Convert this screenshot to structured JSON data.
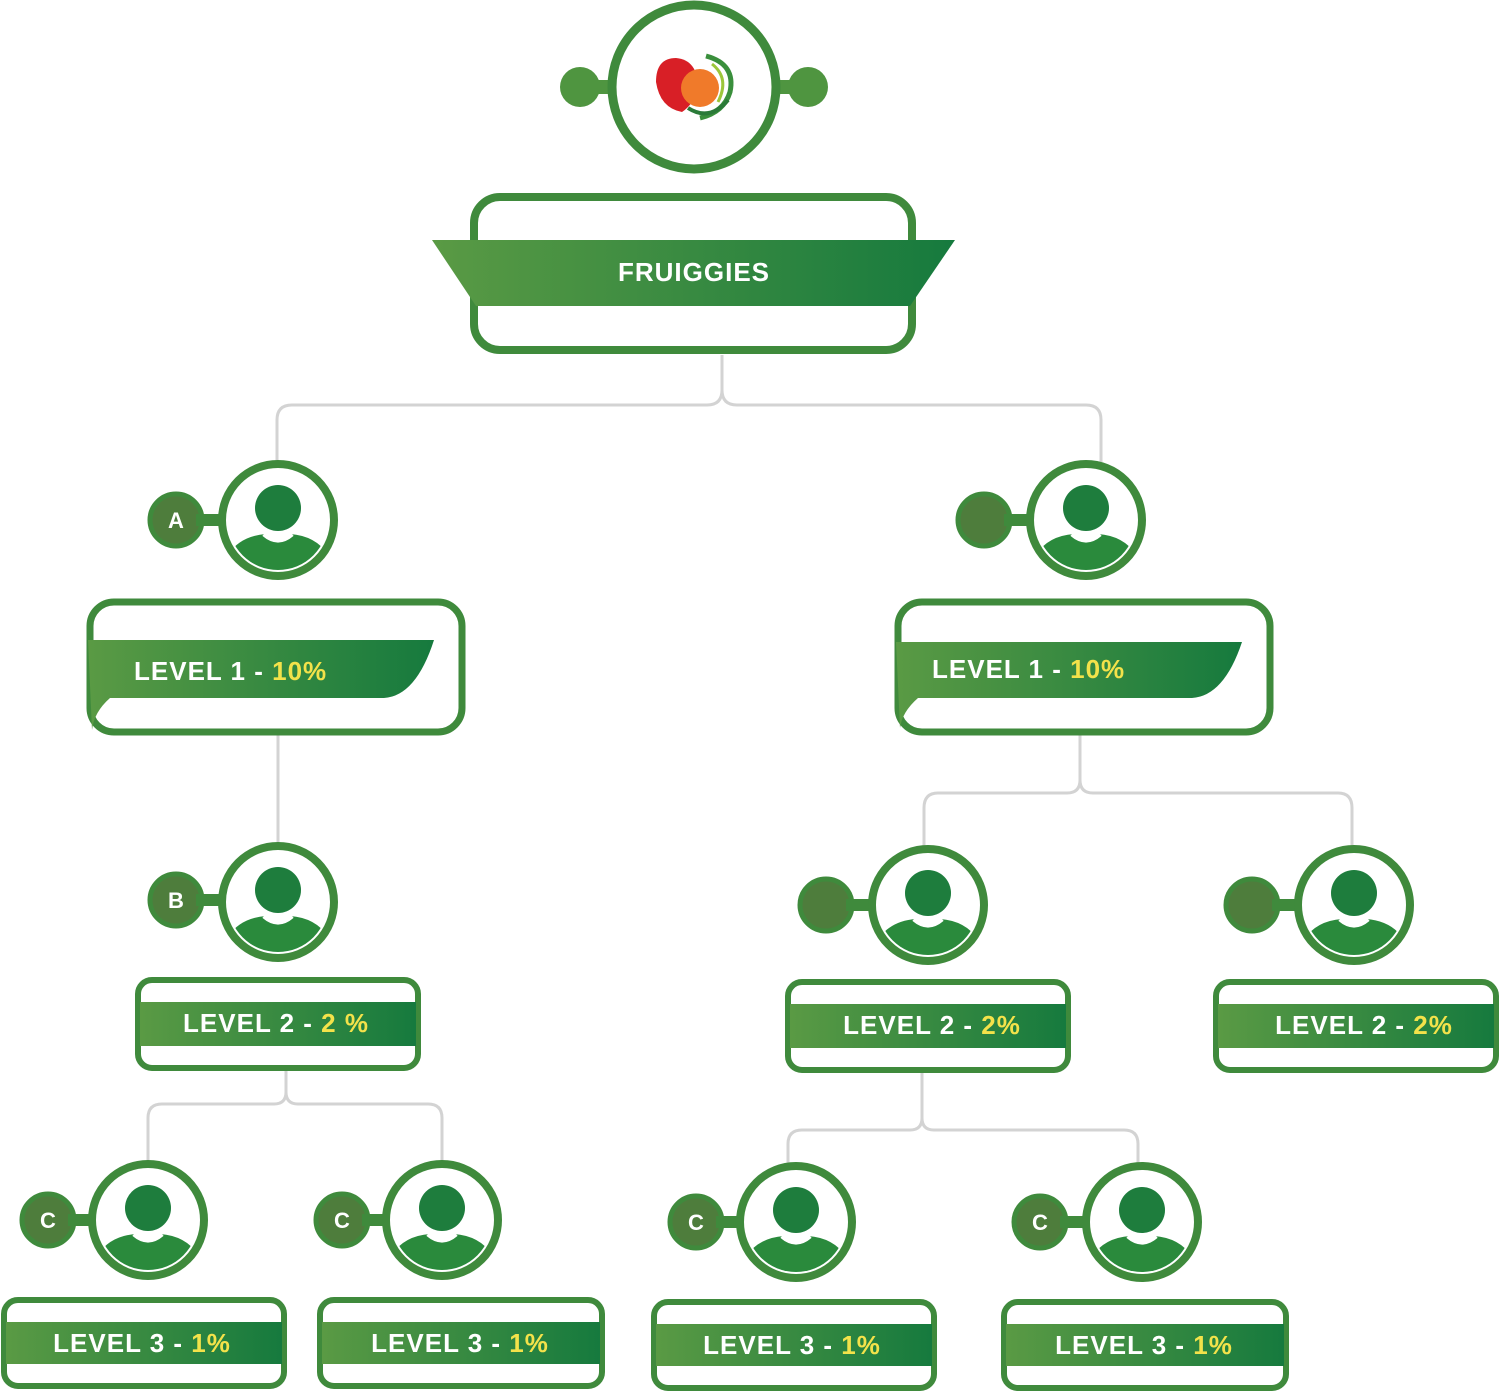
{
  "colors": {
    "dark_green": "#1a7a3e",
    "mid_green": "#4a9343",
    "badge_green": "#4e7d3c",
    "connector_gray": "#d3d3d3",
    "percent_yellow": "#f3e24a",
    "white": "#ffffff"
  },
  "root": {
    "title": "FRUIGGIES",
    "logo_icon": "fruit-logo-icon"
  },
  "nodes": [
    {
      "id": "a",
      "badge": "A",
      "level_text": "LEVEL 1 - ",
      "percent": "10%",
      "icon": "user-avatar-icon"
    },
    {
      "id": "r",
      "badge": "",
      "level_text": "LEVEL 1 - ",
      "percent": "10%",
      "icon": "user-avatar-icon"
    },
    {
      "id": "b",
      "badge": "B",
      "level_text": "LEVEL 2 - ",
      "percent": "2 %",
      "icon": "user-avatar-icon"
    },
    {
      "id": "r2a",
      "badge": "",
      "level_text": "LEVEL 2 - ",
      "percent": "2%",
      "icon": "user-avatar-icon"
    },
    {
      "id": "r2b",
      "badge": "",
      "level_text": "LEVEL 2 - ",
      "percent": "2%",
      "icon": "user-avatar-icon"
    },
    {
      "id": "c1",
      "badge": "C",
      "level_text": "LEVEL 3 - ",
      "percent": "1%",
      "icon": "user-avatar-icon"
    },
    {
      "id": "c2",
      "badge": "C",
      "level_text": "LEVEL 3 - ",
      "percent": "1%",
      "icon": "user-avatar-icon"
    },
    {
      "id": "c3",
      "badge": "C",
      "level_text": "LEVEL 3 - ",
      "percent": "1%",
      "icon": "user-avatar-icon"
    },
    {
      "id": "c4",
      "badge": "C",
      "level_text": "LEVEL 3 - ",
      "percent": "1%",
      "icon": "user-avatar-icon"
    }
  ]
}
